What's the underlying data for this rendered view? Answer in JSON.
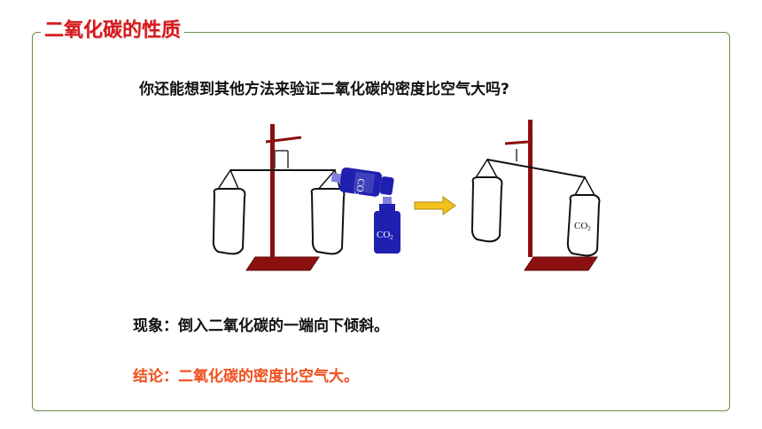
{
  "slide": {
    "title": "二氧化碳的性质",
    "question": "你还能想到其他方法来验证二氧化碳的密度比空气大吗?",
    "phenomenon": "现象：倒入二氧化碳的一端向下倾斜。",
    "conclusion": "结论：二氧化碳的密度比空气大。"
  },
  "diagram": {
    "bottle_label_left": "CO",
    "bottle_label_left_sub": "2",
    "bottle_label_standing": "CO",
    "bottle_label_standing_sub": "2",
    "bag_label_right": "CO",
    "bag_label_right_sub": "2"
  },
  "colors": {
    "frame": "#6b8e4a",
    "title": "#d4191c",
    "stand": "#8b1010",
    "bottle": "#1f1fb0",
    "arrow": "#f2c21a",
    "conclusion": "#f0501e"
  }
}
